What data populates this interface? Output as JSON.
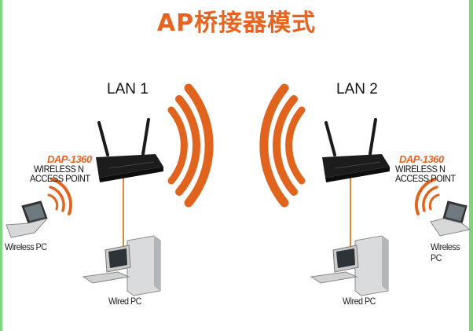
{
  "title": "AP桥接器模式",
  "lan_left": "LAN 1",
  "lan_right": "LAN 2",
  "left_device": {
    "model": "DAP-1360",
    "line1": "WIRELESS N",
    "line2": "ACCESS POINT"
  },
  "right_device": {
    "model": "DAP-1360",
    "line1": "WIRELESS N",
    "line2": "ACCESS POINT"
  },
  "left_wireless_pc": "Wireless PC",
  "right_wireless_pc": "Wireless PC",
  "left_wired_pc": "Wired PC",
  "right_wired_pc": "Wired PC",
  "colors": {
    "title": "#e8641e",
    "model": "#e8641e",
    "wave": "#e0641e",
    "cable": "#d98a3a",
    "frame": "#7ed67a",
    "router": "#1a1a1a"
  }
}
